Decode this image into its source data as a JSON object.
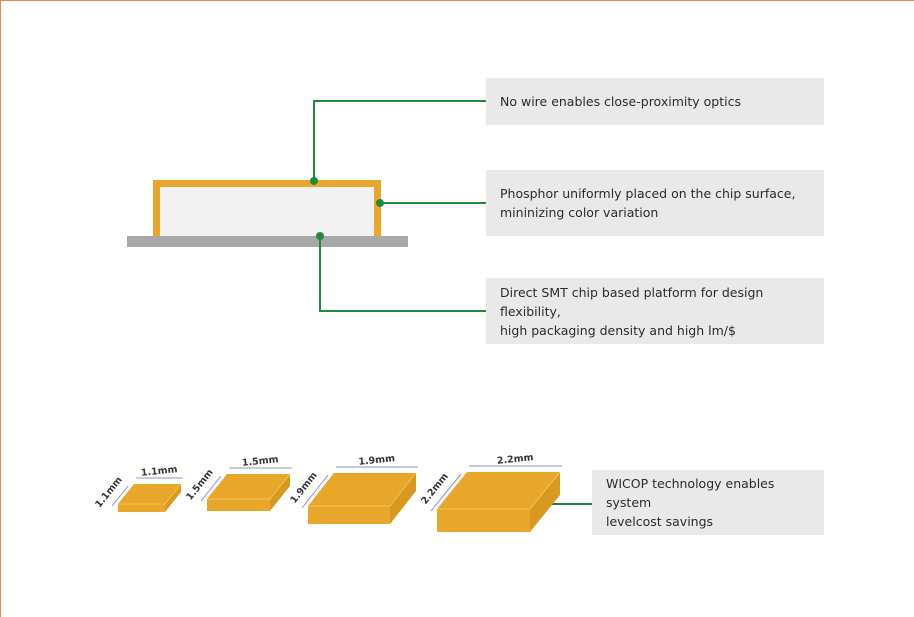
{
  "callouts": {
    "no_wire": "No wire enables close-proximity optics",
    "phosphor": "Phosphor uniformly placed on the chip surface,\nmininizing color variation",
    "direct_smt": "Direct SMT chip based platform for design flexibility,\nhigh packaging density and high lm/$",
    "wicop": "WICOP technology enables system\nlevelcost savings"
  },
  "chips": [
    {
      "width_label": "1.1mm",
      "depth_label": "1.1mm"
    },
    {
      "width_label": "1.5mm",
      "depth_label": "1.5mm"
    },
    {
      "width_label": "1.9mm",
      "depth_label": "1.9mm"
    },
    {
      "width_label": "2.2mm",
      "depth_label": "2.2mm"
    }
  ],
  "colors": {
    "chip_orange": "#e8a72a",
    "chip_side": "#d9981f",
    "leader_green": "#1f8a3a",
    "callout_bg": "#e9e9e9",
    "substrate_gray": "#a8a8a8",
    "dimension_line": "#8d8fc4"
  }
}
